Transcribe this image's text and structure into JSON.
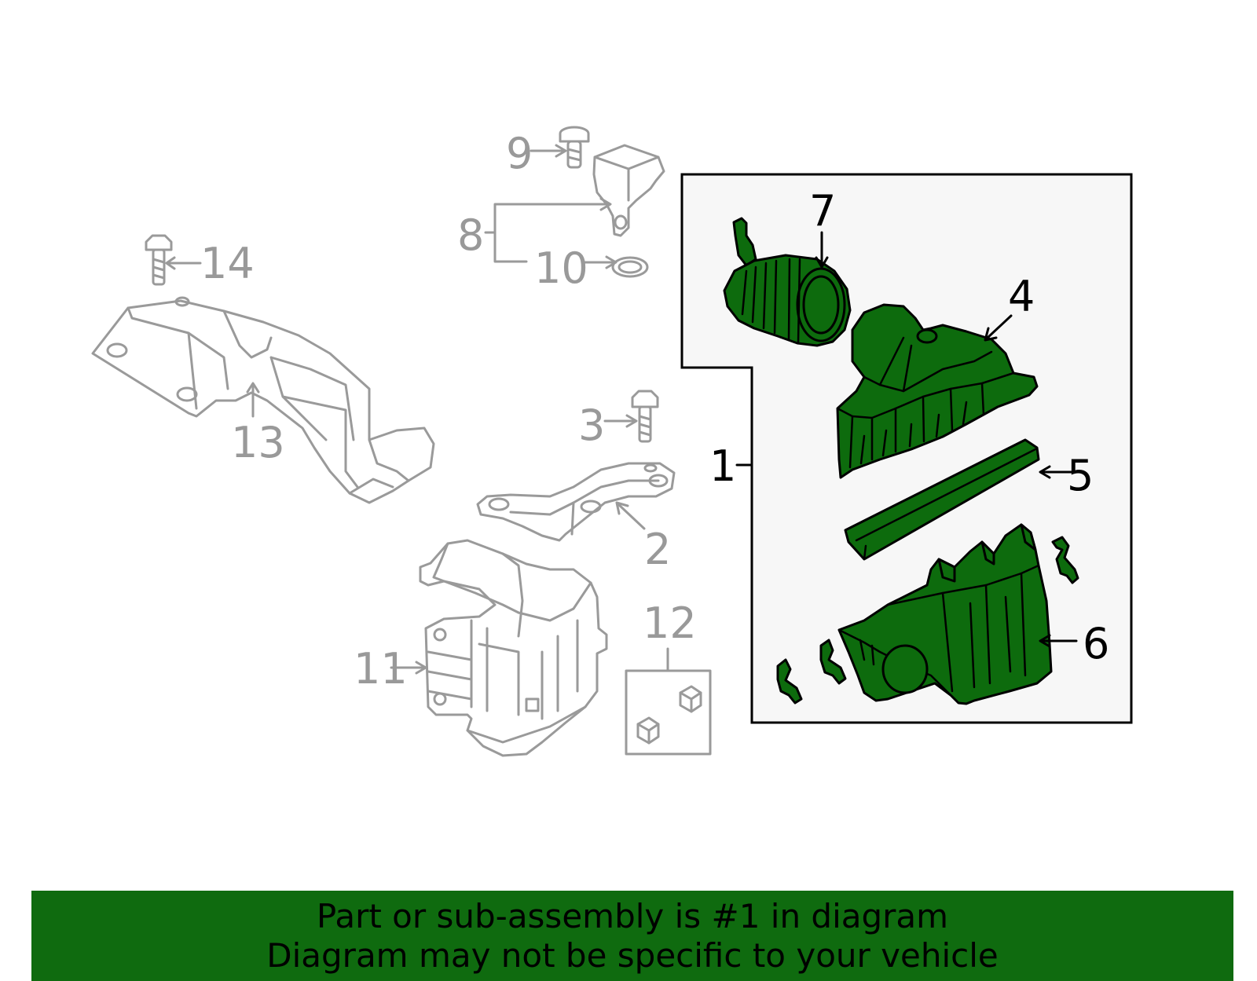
{
  "callouts": {
    "c1": "1",
    "c2": "2",
    "c3": "3",
    "c4": "4",
    "c5": "5",
    "c6": "6",
    "c7": "7",
    "c8": "8",
    "c9": "9",
    "c10": "10",
    "c11": "11",
    "c12": "12",
    "c13": "13",
    "c14": "14"
  },
  "footer": {
    "line1": "Part or sub-assembly is #1 in diagram",
    "line2": "Diagram may not be specific to your vehicle"
  },
  "colors": {
    "highlight": "#0d6b0d",
    "banner": "#0f6b0f",
    "inactive": "#9a9a9a",
    "panel": "#f7f7f7"
  }
}
